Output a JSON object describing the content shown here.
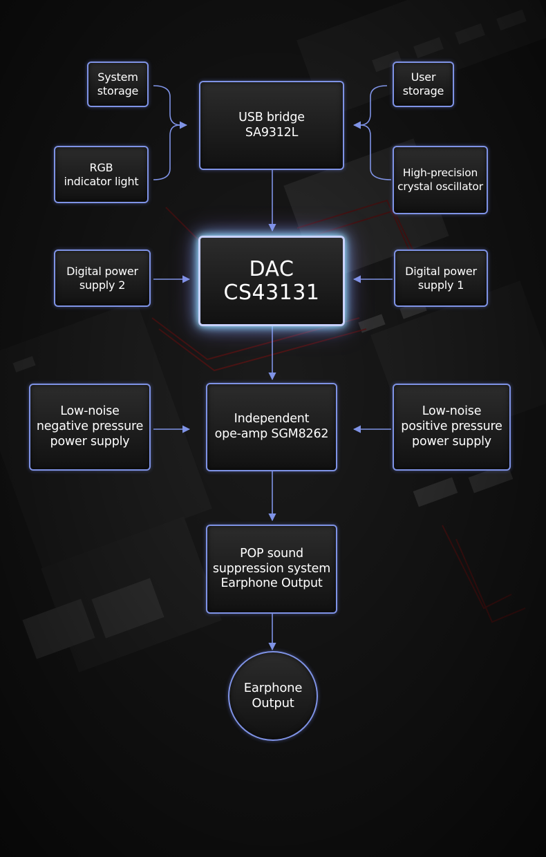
{
  "diagram": {
    "colors": {
      "border": "#7f93e6",
      "connector": "#7f93e6",
      "glow": "#9fe8ff"
    },
    "nodes": {
      "system_storage": "System\nstorage",
      "rgb_indicator_light": "RGB\nindicator light",
      "usb_bridge": "USB bridge\nSA9312L",
      "user_storage": "User\nstorage",
      "crystal_oscillator": "High-precision\ncrystal oscillator",
      "digital_power_supply_2": "Digital power\nsupply 2",
      "dac": "DAC\nCS43131",
      "digital_power_supply_1": "Digital power\nsupply 1",
      "negative_pressure_supply": "Low-noise\nnegative pressure\npower supply",
      "opamp": "Independent\nope-amp SGM8262",
      "positive_pressure_supply": "Low-noise\npositive pressure\npower supply",
      "pop_suppression": "POP sound\nsuppression system\nEarphone Output",
      "earphone_output": "Earphone\nOutput"
    }
  }
}
